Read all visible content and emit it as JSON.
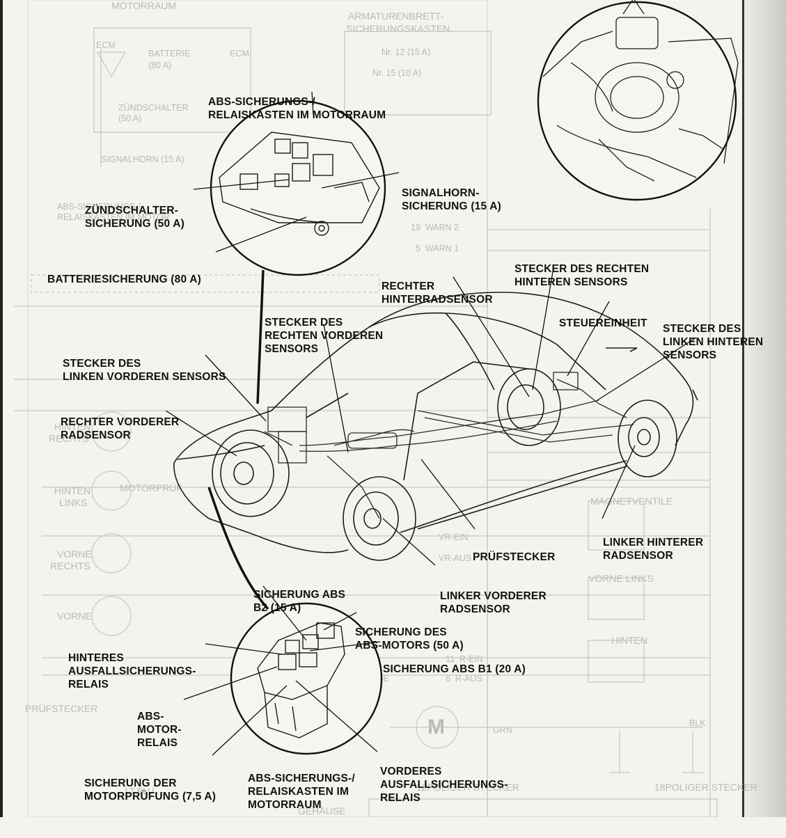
{
  "labels": {
    "abs_box_top": [
      "ABS-SICHERUNGS-/",
      "RELAISKASTEN IM MOTORRAUM"
    ],
    "zuendschalter": [
      "ZÜNDSCHALTER-",
      "SICHERUNG (50 A)"
    ],
    "signalhorn": [
      "SIGNALHORN-",
      "SICHERUNG (15 A)"
    ],
    "batterie": [
      "BATTERIESICHERUNG (80 A)"
    ],
    "rechter_hinterrad": [
      "RECHTER",
      "HINTERRADSENSOR"
    ],
    "stecker_rechts_hinten": [
      "STECKER DES RECHTEN",
      "HINTEREN SENSORS"
    ],
    "steuereinheit": [
      "STEUEREINHEIT"
    ],
    "stecker_links_hinten": [
      "STECKER DES",
      "LINKEN HINTEREN",
      "SENSORS"
    ],
    "stecker_rechts_vorne": [
      "STECKER DES",
      "RECHTEN VORDEREN",
      "SENSORS"
    ],
    "stecker_links_vorne": [
      "STECKER DES",
      "LINKEN VORDEREN SENSORS"
    ],
    "rechter_vorderer": [
      "RECHTER VORDERER",
      "RADSENSOR"
    ],
    "pruefstecker": [
      "PRÜFSTECKER"
    ],
    "linker_hinterer": [
      "LINKER HINTERER",
      "RADSENSOR"
    ],
    "linker_vorderer": [
      "LINKER VORDERER",
      "RADSENSOR"
    ],
    "sicherung_abs_b2": [
      "SICHERUNG ABS",
      "B2 (15 A)"
    ],
    "sicherung_abs_motor": [
      "SICHERUNG DES",
      "ABS-MOTORS (50 A)"
    ],
    "sicherung_abs_b1": [
      "SICHERUNG ABS B1 (20 A)"
    ],
    "hinteres_relais": [
      "HINTERES",
      "AUSFALLSICHERUNGS-",
      "RELAIS"
    ],
    "abs_motor_relais": [
      "ABS-",
      "MOTOR-",
      "RELAIS"
    ],
    "sicherung_motorpruefung": [
      "SICHERUNG DER",
      "MOTORPRÜFUNG (7,5 A)"
    ],
    "abs_box_bottom": [
      "ABS-SICHERUNGS-/",
      "RELAISKASTEN IM",
      "MOTORRAUM"
    ],
    "vorderes_relais": [
      "VORDERES",
      "AUSFALLSICHERUNGS-",
      "RELAIS"
    ]
  },
  "background_text": {
    "motorraum": "MOTORRAUM",
    "batterie": "BATTERIE",
    "batterie_a": "(80 A)",
    "ecm_left": "ECM",
    "ecm_right": "ECM",
    "zuendschalter": "ZÜNDSCHALTER",
    "zuendschalter_a": "(50 A)",
    "armaturen": "ARMATURENBRETT-",
    "sicherungskasten": "SICHERUNGSKASTEN",
    "nr12": "Nr. 12 (15 A)",
    "nr15": "Nr. 15 (10 A)",
    "signalhorn": "SIGNALHORN (15 A)",
    "abs_sich": "ABS-SICHERUNGS-/",
    "relaiskasten": "RELAISKASTEN IM MOTOR",
    "warn2": "19  WARN 2",
    "warn1": "5  WARN 1",
    "hinten_rechts_1": "HINTEN",
    "hinten_rechts_2": "RECHTS",
    "motorpruef": "MOTORPRÜF",
    "hinten_links_1": "HINTEN",
    "hinten_links_2": "LINKS",
    "vorne_rechts_1": "VORNE",
    "vorne_rechts_2": "RECHTS",
    "vorne_1": "VORNE",
    "pruefstecker_side": "PRÜFSTECKER",
    "magnetventile": "MAGNETVENTILE",
    "vorne_links": "VORNE LINKS",
    "hinten": "HINTEN",
    "masse": "MASSE",
    "gehaeuse": "GEHÄUSE",
    "stecker12": "12POLIGER STECKER",
    "stecker18": "18POLIGER STECKER",
    "blk": "BLK",
    "grn": "GRN",
    "ltblu": "LT BLU",
    "vr_ein": "VR-EIN",
    "vr_aus": "VR-AUS",
    "r_ein": "11  R-EIN",
    "r_aus": "6  R-AUS",
    "motor_m": "M"
  }
}
